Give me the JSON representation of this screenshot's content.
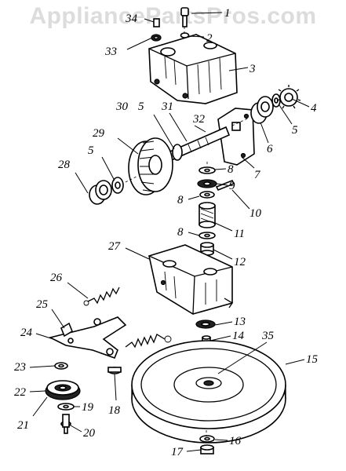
{
  "watermark": "AppliancePartsPros.com",
  "part_numbers": [
    "1",
    "2",
    "3",
    "4",
    "5",
    "6",
    "7",
    "8",
    "9",
    "10",
    "11",
    "12",
    "13",
    "14",
    "15",
    "16",
    "17",
    "18",
    "19",
    "20",
    "21",
    "22",
    "23",
    "24",
    "25",
    "26",
    "27",
    "28",
    "29",
    "30",
    "31",
    "32",
    "33",
    "34",
    "35"
  ],
  "callouts": {
    "c1": "1",
    "c2": "2",
    "c3": "3",
    "c4": "4",
    "c5a": "5",
    "c5b": "5",
    "c5c": "5",
    "c6": "6",
    "c7": "7",
    "c8a": "8",
    "c8b": "8",
    "c8c": "8",
    "c9": "9",
    "c10": "10",
    "c11": "11",
    "c12": "12",
    "c13": "13",
    "c14": "14",
    "c15": "15",
    "c16": "16",
    "c17": "17",
    "c18": "18",
    "c19": "19",
    "c20": "20",
    "c21": "21",
    "c22": "22",
    "c23": "23",
    "c24": "24",
    "c25": "25",
    "c26": "26",
    "c27": "27",
    "c28": "28",
    "c29": "29",
    "c30": "30",
    "c31": "31",
    "c32": "32",
    "c33": "33",
    "c34": "34",
    "c35": "35"
  }
}
